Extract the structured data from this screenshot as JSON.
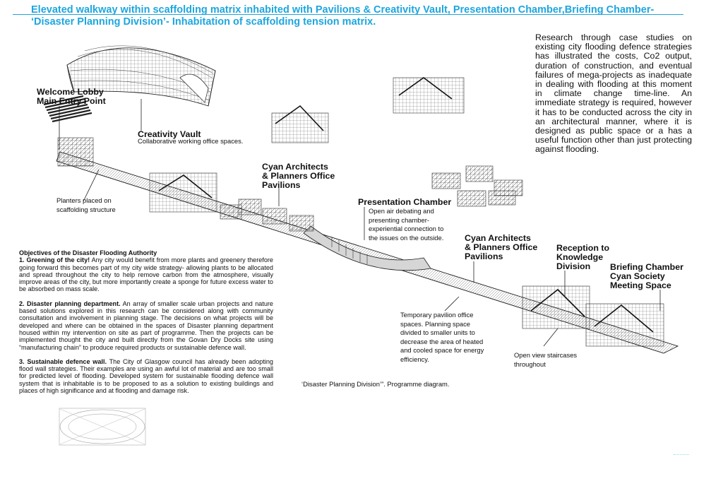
{
  "title": {
    "line1": "Elevated walkway within scaffolding matrix inhabited with Pavilions & Creativity Vault, Presentation Chamber,Briefing Chamber-",
    "line2": "‘Disaster Planning Division’- Inhabitation of scaffolding tension matrix."
  },
  "research_text": "Research through case studies on existing city flooding defence strategies has illustrated the costs, Co2 output, duration of construction, and eventual failures of mega-projects as inadequate in dealing with flooding at this moment in climate change time-line. An immediate strategy is required, however it has to be conducted across the city in an architectural manner, where it is designed as public space or a has a useful function other than just protecting against flooding.",
  "labels": {
    "welcome_lobby": [
      "Welcome Lobby",
      "Main Entry Point"
    ],
    "creativity_vault": "Creativity Vault",
    "creativity_vault_sub": "Collaborative working office spaces.",
    "planters": [
      "Planters placed on",
      "scaffolding structure"
    ],
    "cyan_office_1": [
      "Cyan Architects",
      "& Planners Office",
      "Pavilions"
    ],
    "presentation_chamber": "Presentation Chamber",
    "presentation_sub": [
      "Open air debating and",
      "presenting chamber-",
      "experiential connection to",
      "the issues on the outside."
    ],
    "cyan_office_2": [
      "Cyan Architects",
      "& Planners Office",
      "Pavilions"
    ],
    "reception": [
      "Reception to",
      "Knowledge",
      "Division"
    ],
    "briefing": [
      "Briefing Chamber",
      "Cyan Society",
      "Meeting Space"
    ],
    "temporary_pavilion": [
      "Temporary pavilion office",
      "spaces. Planning space",
      "divided to smaller units to",
      "decrease the area of heated",
      "and cooled space for energy",
      "efficiency."
    ],
    "staircases": [
      "Open view staircases",
      "throughout"
    ]
  },
  "objectives": {
    "heading": "Objectives of the Disaster Flooding Authority",
    "items": [
      {
        "lead": "1. Greening of the city!",
        "text": " Any city would benefit from more plants and greenery therefore going forward this becomes part of my city wide strategy- allowing plants to be allocated and spread throughout the city to help remove carbon from the atmosphere, visually improve areas of the city, but more importantly create a sponge for future excess water to be absorbed on mass scale."
      },
      {
        "lead": "2. Disaster planning department.",
        "text": " An array of smaller scale urban projects and nature based solutions explored in this research can be considered along with community consultation and involvement in planning stage. The decisions on what projects will be developed and where can be obtained in the spaces of Disaster planning department housed within my intervention on site as part of programme. Then the projects can be implemented thought the city and built directly from the Govan Dry Docks site using “manufacturing chain” to produce required products or sustainable defence wall."
      },
      {
        "lead": "3. Sustainable defence wall.",
        "text": " The City of Glasgow council has already been adopting flood wall strategies. Their examples are using an awful lot of material and are too small for predicted level of flooding. Developed system for sustainable flooding defence wall system that is inhabitable is to be proposed to as a solution to existing buildings and places of high significance and at flooding and damage risk."
      }
    ]
  },
  "caption": "‘Disaster Planning Division’”. Programme diagram.",
  "colors": {
    "title": "#1da6df",
    "line": "#2a2a2a",
    "walkway_fill": "#d6d6d6"
  }
}
